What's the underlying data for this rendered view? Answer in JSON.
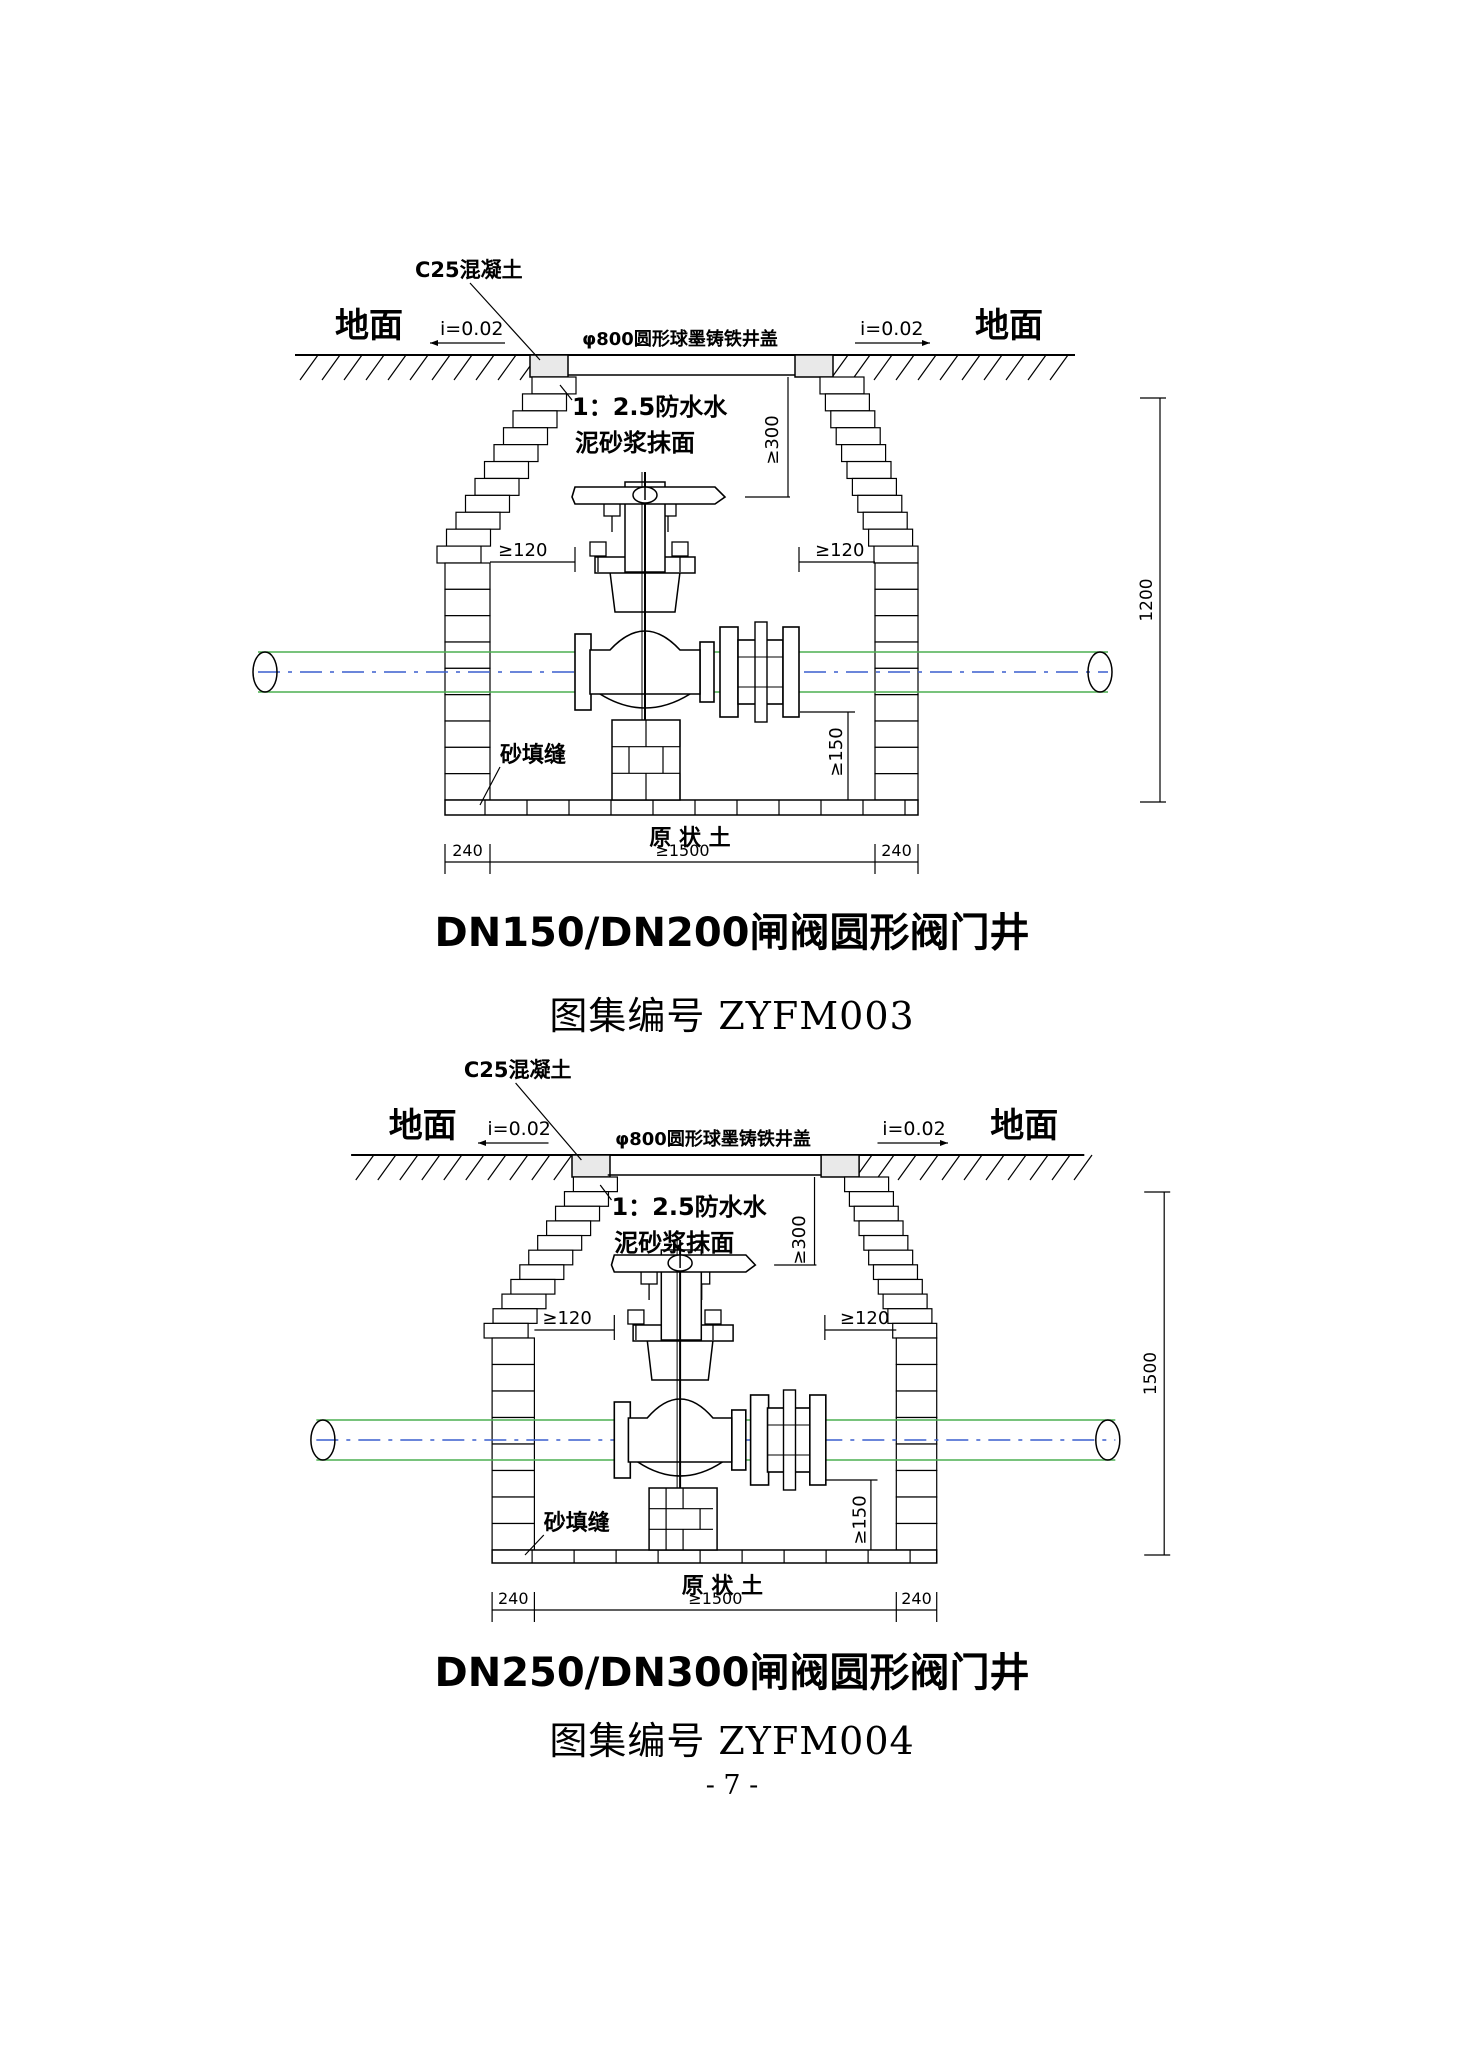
{
  "figures": [
    {
      "id": "zyfm003",
      "labels": {
        "concrete": "C25混凝土",
        "ground_left": "地面",
        "ground_right": "地面",
        "slope_left": "i=0.02",
        "slope_right": "i=0.02",
        "cover": "φ800圆形球墨铸铁井盖",
        "mortar_line1": "1：2.5防水水",
        "mortar_line2": "泥砂浆抹面",
        "clear_top": "≥300",
        "clear_left": "≥120",
        "clear_right": "≥120",
        "clear_bottom": "≥150",
        "sand_fill": "砂填缝",
        "native_soil": "原 状 土",
        "dim_left": "240",
        "dim_middle": "≥1500",
        "dim_right": "240",
        "dim_height": "1200"
      },
      "title": "DN150/DN200闸阀圆形阀门井",
      "code": "图集编号 ZYFM003"
    },
    {
      "id": "zyfm004",
      "labels": {
        "concrete": "C25混凝土",
        "ground_left": "地面",
        "ground_right": "地面",
        "slope_left": "i=0.02",
        "slope_right": "i=0.02",
        "cover": "φ800圆形球墨铸铁井盖",
        "mortar_line1": "1：2.5防水水",
        "mortar_line2": "泥砂浆抹面",
        "clear_top": "≥300",
        "clear_left": "≥120",
        "clear_right": "≥120",
        "clear_bottom": "≥150",
        "sand_fill": "砂填缝",
        "native_soil": "原 状 土",
        "dim_left": "240",
        "dim_middle": "≥1500",
        "dim_right": "240",
        "dim_height": "1500"
      },
      "title": "DN250/DN300闸阀圆形阀门井",
      "code": "图集编号 ZYFM004"
    }
  ],
  "page_number": "- 7 -",
  "colors": {
    "line": "#000000",
    "pipe_green": "#4caf50",
    "pipe_axis": "#3a5fcd"
  }
}
